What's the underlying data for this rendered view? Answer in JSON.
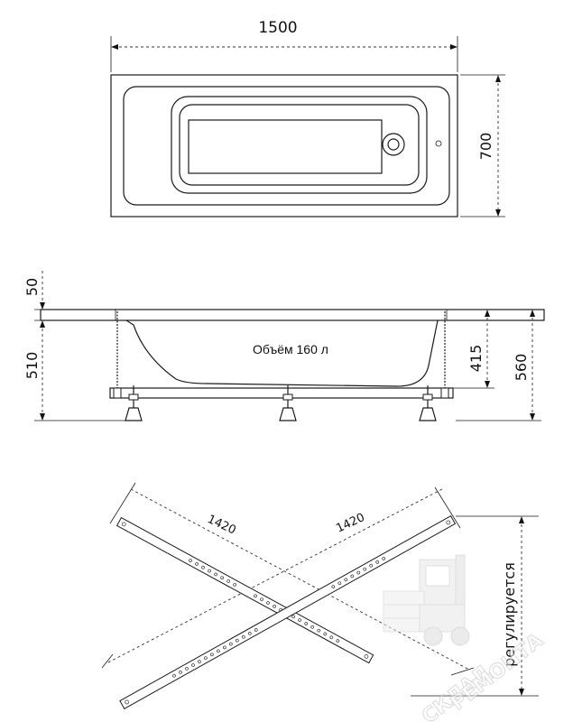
{
  "top_view": {
    "length_label": "1500",
    "width_label": "700"
  },
  "side_view": {
    "rim_label": "50",
    "leg_height_label": "510",
    "depth_label": "415",
    "total_height_label": "560",
    "volume_label": "Объём 160 л"
  },
  "frame_view": {
    "diag_label_left": "1420",
    "diag_label_right": "1420",
    "adjustable_label": "регулируется"
  },
  "watermark": {
    "line1": "СКЛАД",
    "line2": "РЕМОНТА"
  }
}
